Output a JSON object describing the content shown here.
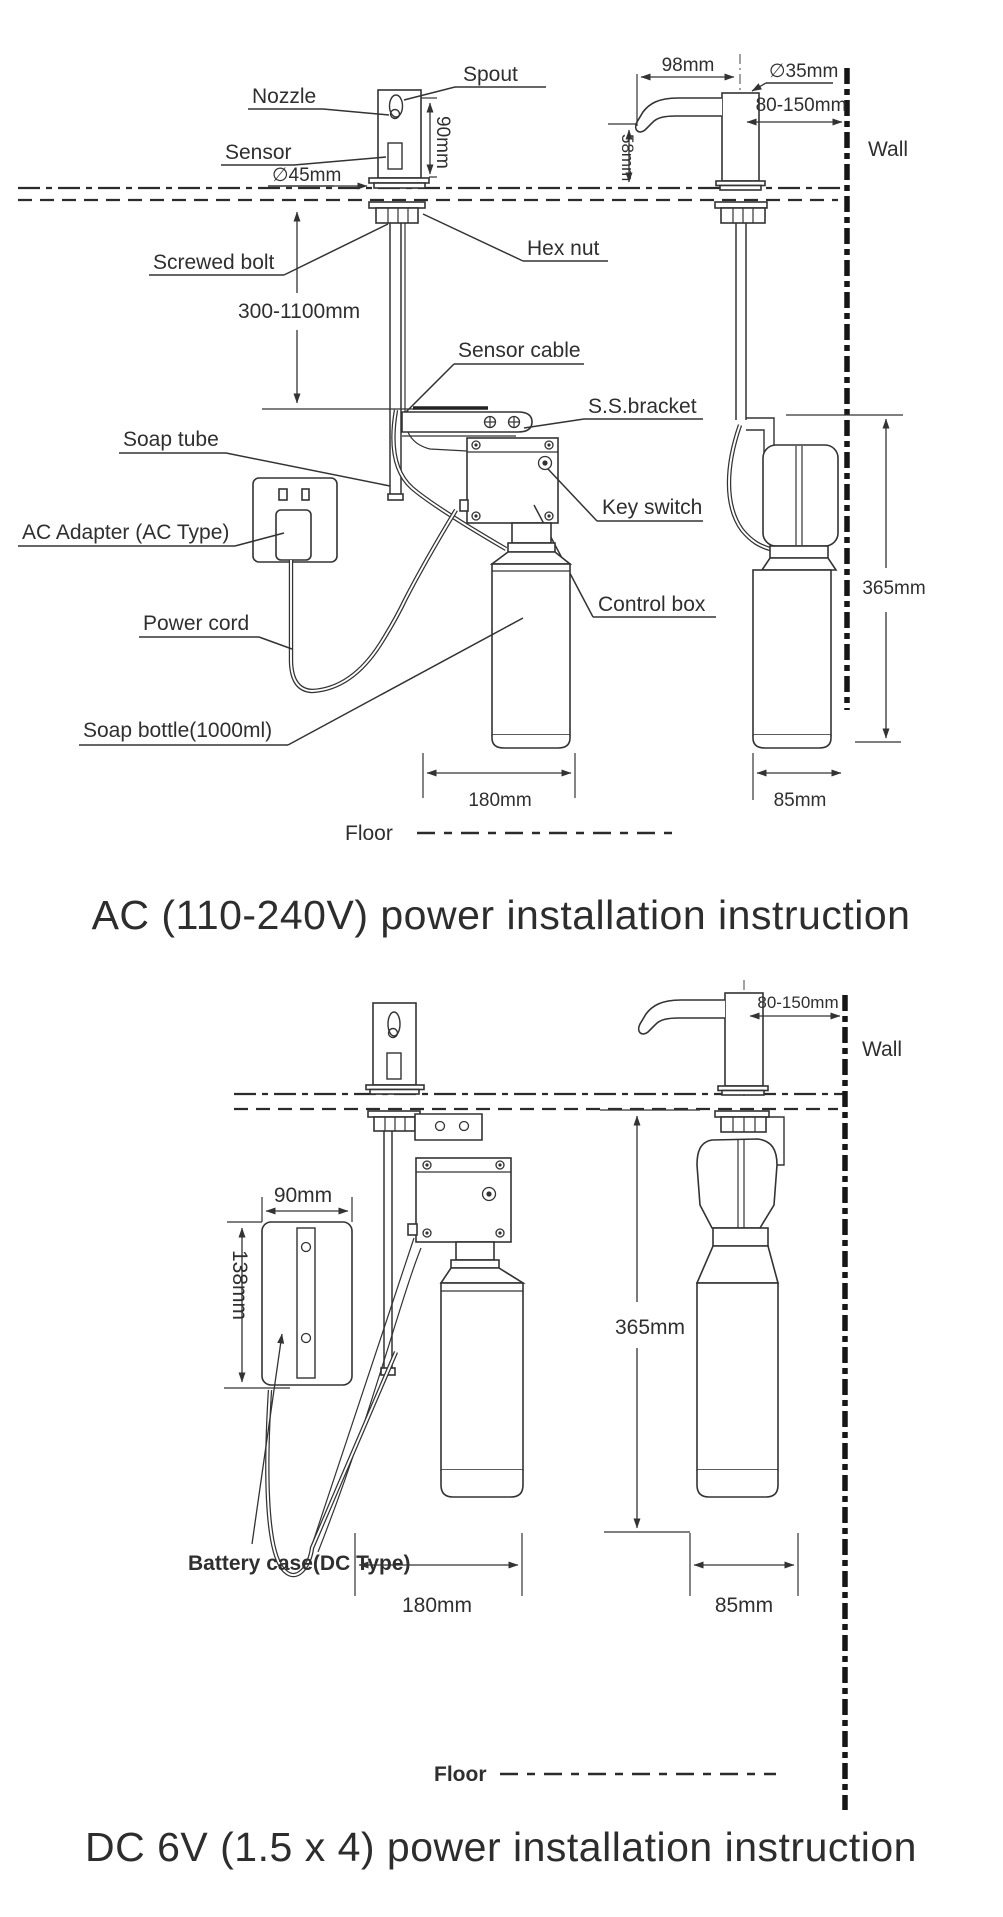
{
  "colors": {
    "line": "#333333",
    "text": "#2f2f2f",
    "wall": "#161616",
    "background": "#ffffff"
  },
  "ac": {
    "title": "AC (110-240V) power installation instruction",
    "labels": {
      "spout": "Spout",
      "nozzle": "Nozzle",
      "sensor": "Sensor",
      "dia45": "∅45mm",
      "dim90": "90mm",
      "screwed_bolt": "Screwed bolt",
      "hex_nut": "Hex nut",
      "dim300_1100": "300-1100mm",
      "sensor_cable": "Sensor cable",
      "ss_bracket": "S.S.bracket",
      "soap_tube": "Soap tube",
      "key_switch": "Key switch",
      "ac_adapter": "AC Adapter (AC Type)",
      "control_box": "Control box",
      "power_cord": "Power cord",
      "soap_bottle": "Soap bottle(1000ml)",
      "dim180": "180mm",
      "floor": "Floor",
      "dim98": "98mm",
      "dia35": "∅35mm",
      "dim80_150": "80-150mm",
      "dim58": "58mm",
      "wall": "Wall",
      "dim365": "365mm",
      "dim85": "85mm"
    }
  },
  "dc": {
    "title": "DC 6V (1.5 x 4) power installation instruction",
    "labels": {
      "dim90": "90mm",
      "dim138": "138mm",
      "battery_case": "Battery case(DC Type)",
      "dim180": "180mm",
      "dim365": "365mm",
      "dim85": "85mm",
      "dim80_150": "80-150mm",
      "wall": "Wall",
      "floor": "Floor"
    }
  }
}
